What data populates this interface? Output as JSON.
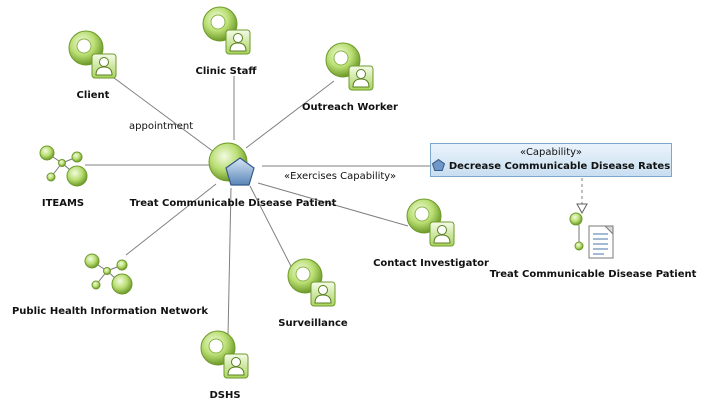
{
  "nodes": {
    "client": {
      "label": "Client",
      "icon": "actor-icon"
    },
    "clinic_staff": {
      "label": "Clinic Staff",
      "icon": "actor-icon"
    },
    "outreach_worker": {
      "label": "Outreach Worker",
      "icon": "actor-icon"
    },
    "iteams": {
      "label": "ITEAMS",
      "icon": "network-icon"
    },
    "center": {
      "label": "Treat Communicable Disease Patient",
      "icon": "activity-icon"
    },
    "phin": {
      "label": "Public Health Information Network",
      "icon": "network-icon"
    },
    "contact_investigator": {
      "label": "Contact Investigator",
      "icon": "actor-icon"
    },
    "surveillance": {
      "label": "Surveillance",
      "icon": "actor-icon"
    },
    "dshs": {
      "label": "DSHS",
      "icon": "actor-icon"
    },
    "process": {
      "label": "Treat Communicable Disease Patient",
      "icon": "process-document-icon"
    }
  },
  "edges": {
    "appointment": "appointment",
    "exercises": "«Exercises Capability»"
  },
  "capability": {
    "stereotype": "«Capability»",
    "name": "Decrease Communicable Disease Rates",
    "icon": "pentagon-icon"
  },
  "colors": {
    "green_dark": "#6e9a2a",
    "green_light": "#d4eda0",
    "capability_fill": "#c8def1",
    "capability_border": "#7ea7cc",
    "line": "#808080"
  }
}
